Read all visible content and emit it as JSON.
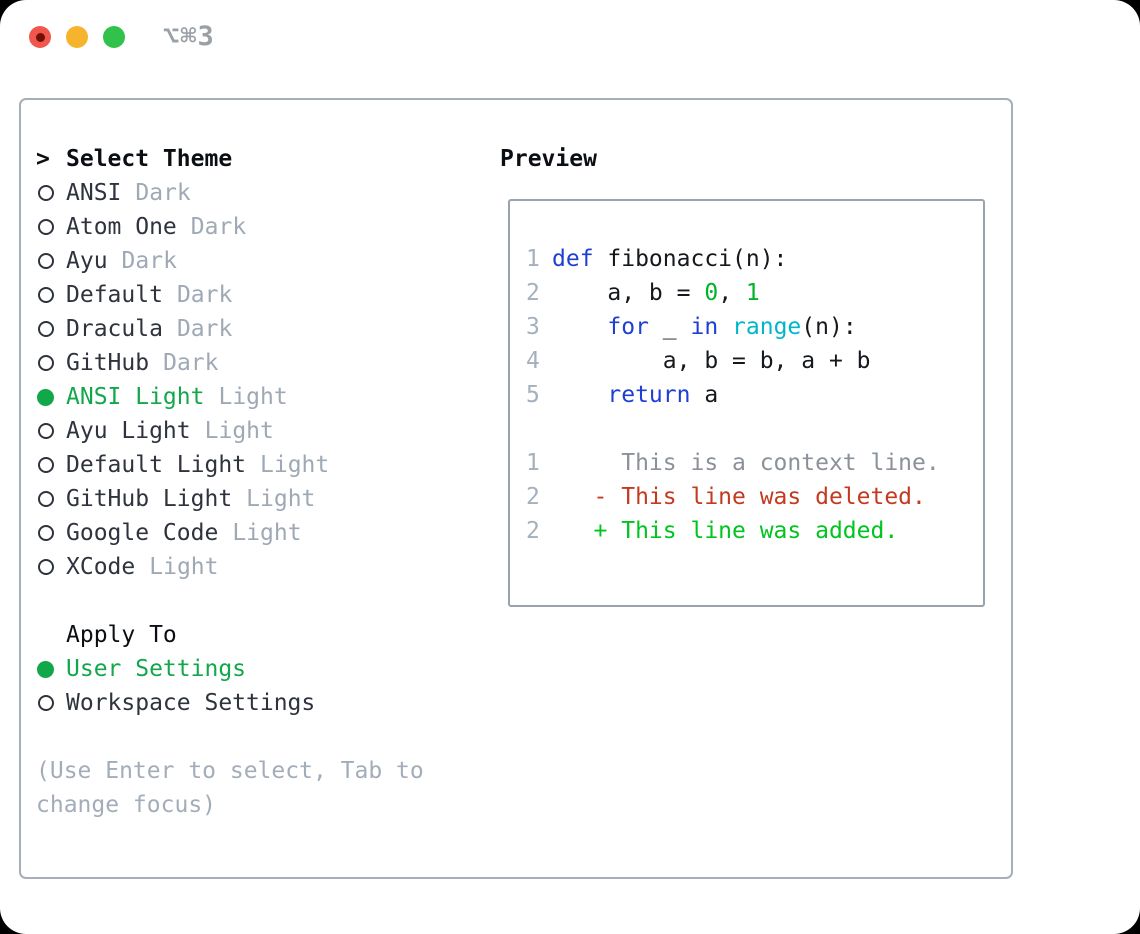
{
  "window": {
    "shortcut_label": "⌥⌘3"
  },
  "colors": {
    "close": "#f2574d",
    "close-dot": "#701008",
    "minimize": "#f6b42e",
    "zoom": "#31c24b",
    "shortcut": "#9aa0a6",
    "panel-border": "#a6aeb7",
    "preview-border": "#9aa3ad",
    "heading": "#0b0e12",
    "text": "#2e333d",
    "radio-ring": "#2e333d",
    "tag": "#9fa9b6",
    "help": "#a3adb9",
    "accent": "#13a74c",
    "code": "#15181c",
    "keyword": "#1e3fd2",
    "function": "#00b7ca",
    "number": "#00b42a",
    "linenum": "#a5b0bd",
    "context": "#8b9199",
    "deleted": "#c33a20",
    "added": "#00c41f"
  },
  "theme_panel": {
    "header_marker": ">",
    "header_label": "Select Theme",
    "themes": [
      {
        "name": "ANSI",
        "tag": "Dark",
        "selected": false
      },
      {
        "name": "Atom One",
        "tag": "Dark",
        "selected": false
      },
      {
        "name": "Ayu",
        "tag": "Dark",
        "selected": false
      },
      {
        "name": "Default",
        "tag": "Dark",
        "selected": false
      },
      {
        "name": "Dracula",
        "tag": "Dark",
        "selected": false
      },
      {
        "name": "GitHub",
        "tag": "Dark",
        "selected": false
      },
      {
        "name": "ANSI Light",
        "tag": "Light",
        "selected": true
      },
      {
        "name": "Ayu Light",
        "tag": "Light",
        "selected": false
      },
      {
        "name": "Default Light",
        "tag": "Light",
        "selected": false
      },
      {
        "name": "GitHub Light",
        "tag": "Light",
        "selected": false
      },
      {
        "name": "Google Code",
        "tag": "Light",
        "selected": false
      },
      {
        "name": "XCode",
        "tag": "Light",
        "selected": false
      }
    ],
    "apply_to_label": "Apply To",
    "apply_options": [
      {
        "name": "User Settings",
        "selected": true
      },
      {
        "name": "Workspace Settings",
        "selected": false
      }
    ],
    "help_lines": [
      "(Use Enter to select, Tab to",
      "change focus)"
    ]
  },
  "preview_panel": {
    "title": "Preview",
    "lines": [
      {
        "num": "1",
        "kind": "code",
        "segments": [
          {
            "text": "def",
            "style": "kw"
          },
          {
            "text": " fibonacci(n):",
            "style": "plain"
          }
        ]
      },
      {
        "num": "2",
        "kind": "code",
        "segments": [
          {
            "text": "    a, b = ",
            "style": "plain"
          },
          {
            "text": "0",
            "style": "num"
          },
          {
            "text": ", ",
            "style": "plain"
          },
          {
            "text": "1",
            "style": "num"
          }
        ]
      },
      {
        "num": "3",
        "kind": "code",
        "segments": [
          {
            "text": "    ",
            "style": "plain"
          },
          {
            "text": "for",
            "style": "kw"
          },
          {
            "text": " _ ",
            "style": "plain"
          },
          {
            "text": "in",
            "style": "kw"
          },
          {
            "text": " ",
            "style": "plain"
          },
          {
            "text": "range",
            "style": "fn"
          },
          {
            "text": "(n):",
            "style": "plain"
          }
        ]
      },
      {
        "num": "4",
        "kind": "code",
        "segments": [
          {
            "text": "        a, b = b, a + b",
            "style": "plain"
          }
        ]
      },
      {
        "num": "5",
        "kind": "code",
        "segments": [
          {
            "text": "    ",
            "style": "plain"
          },
          {
            "text": "return",
            "style": "kw"
          },
          {
            "text": " a",
            "style": "plain"
          }
        ]
      },
      {
        "num": "",
        "kind": "blank",
        "segments": []
      },
      {
        "num": "1",
        "kind": "diff-context",
        "segments": [
          {
            "text": "     This is a context line.",
            "style": "ctx"
          }
        ]
      },
      {
        "num": "2",
        "kind": "diff-deleted",
        "segments": [
          {
            "text": "   ",
            "style": "plain"
          },
          {
            "text": "- This line was deleted.",
            "style": "del"
          }
        ]
      },
      {
        "num": "2",
        "kind": "diff-added",
        "segments": [
          {
            "text": "   ",
            "style": "plain"
          },
          {
            "text": "+ This line was added.",
            "style": "add"
          }
        ]
      }
    ]
  }
}
